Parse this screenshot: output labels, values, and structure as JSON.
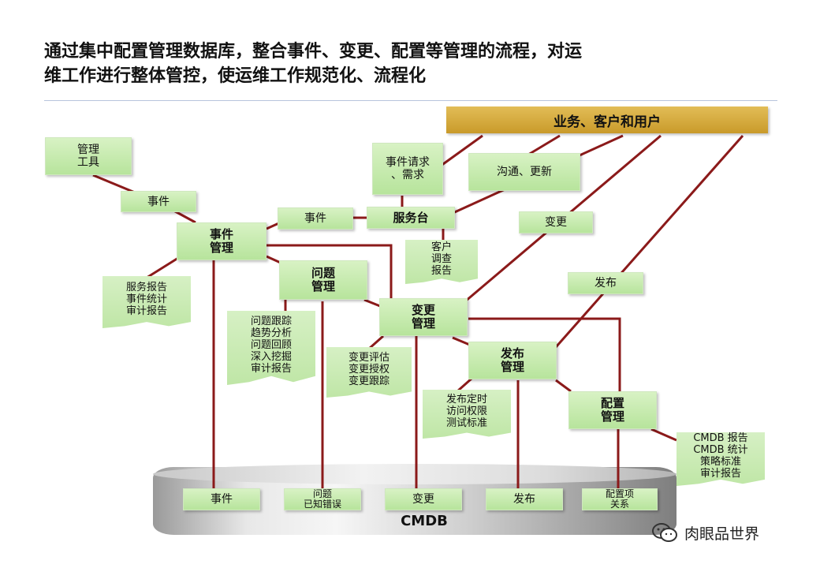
{
  "title": {
    "line1": "通过集中配置管理数据库，整合事件、变更、配置等管理的流程，对运",
    "line2": "维工作进行整体管控，使运维工作规范化、流程化"
  },
  "banner": {
    "label": "业务、客户和用户"
  },
  "boxes": {
    "mgmt_tool": "管理\n工具",
    "event_label_left": "事件",
    "event_mgmt": "事件\n管理",
    "event_label_mid": "事件",
    "service_desk": "服务台",
    "event_request": "事件请求\n、需求",
    "communication": "沟通、更新",
    "change_label": "变更",
    "release_label": "发布",
    "problem_mgmt": "问题\n管理",
    "change_mgmt": "变更\n管理",
    "release_mgmt": "发布\n管理",
    "config_mgmt": "配置\n管理"
  },
  "documents": {
    "service_reports": "服务报告\n事件统计\n审计报告",
    "customer_survey": "客户\n调查\n报告",
    "problem_reports": "问题跟踪\n趋势分析\n问题回顾\n深入挖掘\n审计报告",
    "change_reports": "变更评估\n变更授权\n变更跟踪",
    "release_reports": "发布定时\n访问权限\n测试标准",
    "cmdb_reports": "CMDB 报告\nCMDB 统计\n策略标准\n审计报告"
  },
  "cmdb": {
    "label": "CMDB",
    "slots": [
      "事件",
      "问题\n已知错误",
      "变更",
      "发布",
      "配置项\n关系"
    ]
  },
  "watermark": {
    "icon": "wechat-icon",
    "text": "肉眼品世界"
  },
  "colors": {
    "line": "#8b1a1a",
    "box_light": "#d8f2c4",
    "box_dark": "#b7e49c",
    "banner": "#d4a83a"
  }
}
